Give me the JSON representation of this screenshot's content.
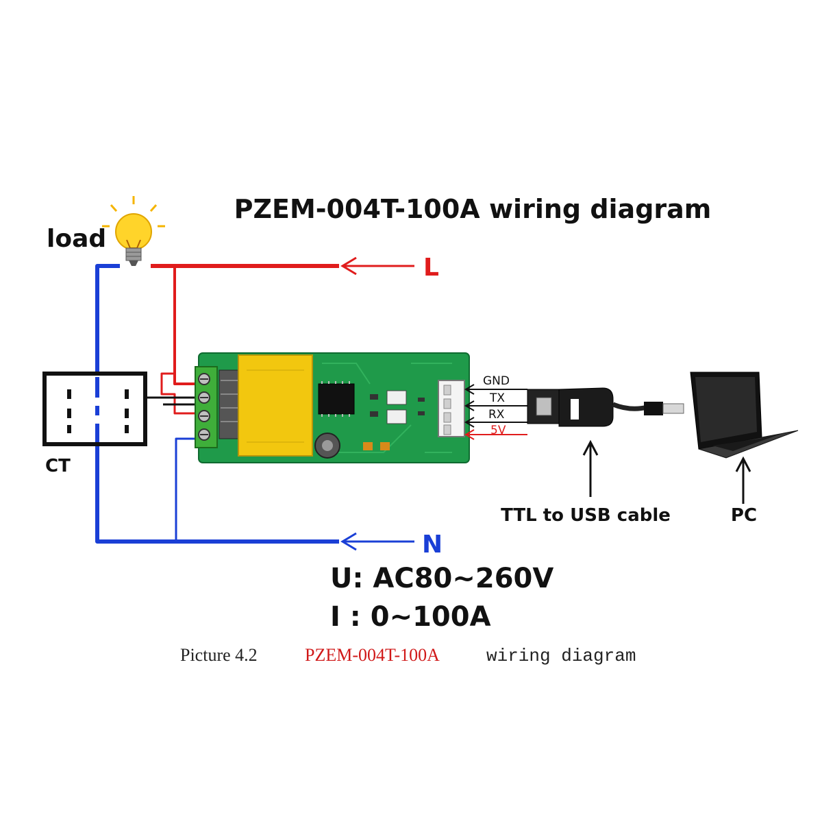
{
  "title": "PZEM-004T-100A wiring diagram",
  "labels": {
    "load": "load",
    "line": "L",
    "neutral": "N",
    "ct": "CT",
    "ttl_cable": "TTL to USB cable",
    "pc": "PC"
  },
  "pins": {
    "gnd": "GND",
    "tx": "TX",
    "rx": "RX",
    "v5": "5V"
  },
  "specs": {
    "voltage": "U: AC80~260V",
    "current": "I : 0~100A"
  },
  "caption": {
    "prefix": "Picture 4.2",
    "model": "PZEM-004T-100A",
    "suffix": "wiring diagram"
  },
  "colors": {
    "line_wire": "#e01c1c",
    "neutral_wire": "#1a3fd6",
    "pcb": "#1f9a4a",
    "transformer": "#f2c70f",
    "terminal_block": "#3fae3a"
  }
}
